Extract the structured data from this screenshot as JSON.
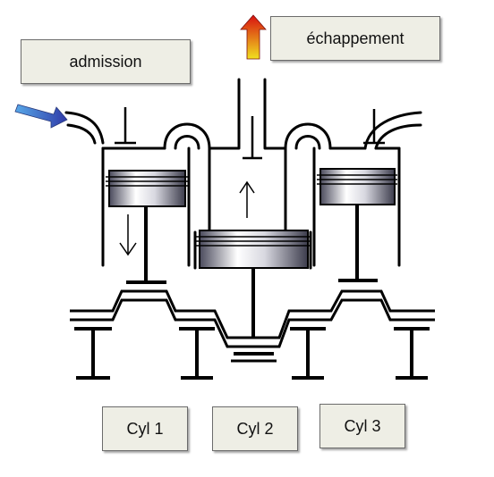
{
  "labels": {
    "admission": "admission",
    "exhaust": "échappement",
    "cylinders": [
      "Cyl 1",
      "Cyl 2",
      "Cyl 3"
    ]
  },
  "colors": {
    "intake_arrow": [
      "#2f3aa8",
      "#58a8e8"
    ],
    "exhaust_arrow": [
      "#f0e020",
      "#d81010"
    ],
    "piston_light": "#ffffff",
    "piston_dark": "#6b6b80",
    "line": "#000000",
    "box_fill": "#eeeee5"
  },
  "pistons": [
    {
      "name": "cylinder-1",
      "motion": "down"
    },
    {
      "name": "cylinder-2",
      "motion": "up"
    },
    {
      "name": "cylinder-3",
      "motion": "none"
    }
  ]
}
